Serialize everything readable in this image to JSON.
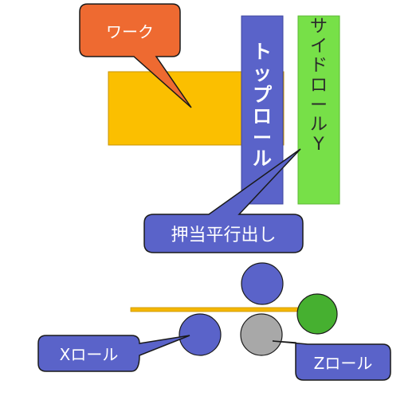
{
  "callouts": {
    "work": "ワーク",
    "top_roll": "トップロール",
    "side_roll": "サイドロールY",
    "pusher": "押当平行出し",
    "x_roll": "Xロール",
    "z_roll": "Zロール"
  },
  "colors": {
    "work": "#FBBF00",
    "work_callout": "#EE6A31",
    "top_roll": "#5A63C9",
    "side_roll": "#77E048",
    "callout_blue": "#5A63C9",
    "x_roll": "#5A63C9",
    "top_circle": "#5A63C9",
    "side_circle": "#46B030",
    "z_roll": "#A8A8A8",
    "rail": "#F5B700"
  }
}
